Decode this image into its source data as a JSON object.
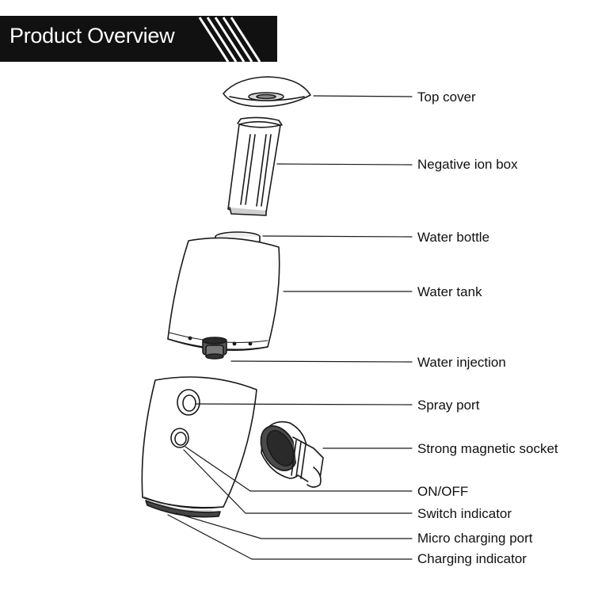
{
  "header": {
    "title": "Product Overview"
  },
  "labels": {
    "top_cover": "Top cover",
    "negative_ion_box": "Negative ion box",
    "water_bottle": "Water bottle",
    "water_tank": "Water tank",
    "water_injection": "Water injection",
    "spray_port": "Spray port",
    "magnetic_socket": "Strong magnetic socket",
    "on_off": "ON/OFF",
    "switch_indicator": "Switch indicator",
    "micro_charging_port": "Micro charging port",
    "charging_indicator": "Charging indicator"
  }
}
